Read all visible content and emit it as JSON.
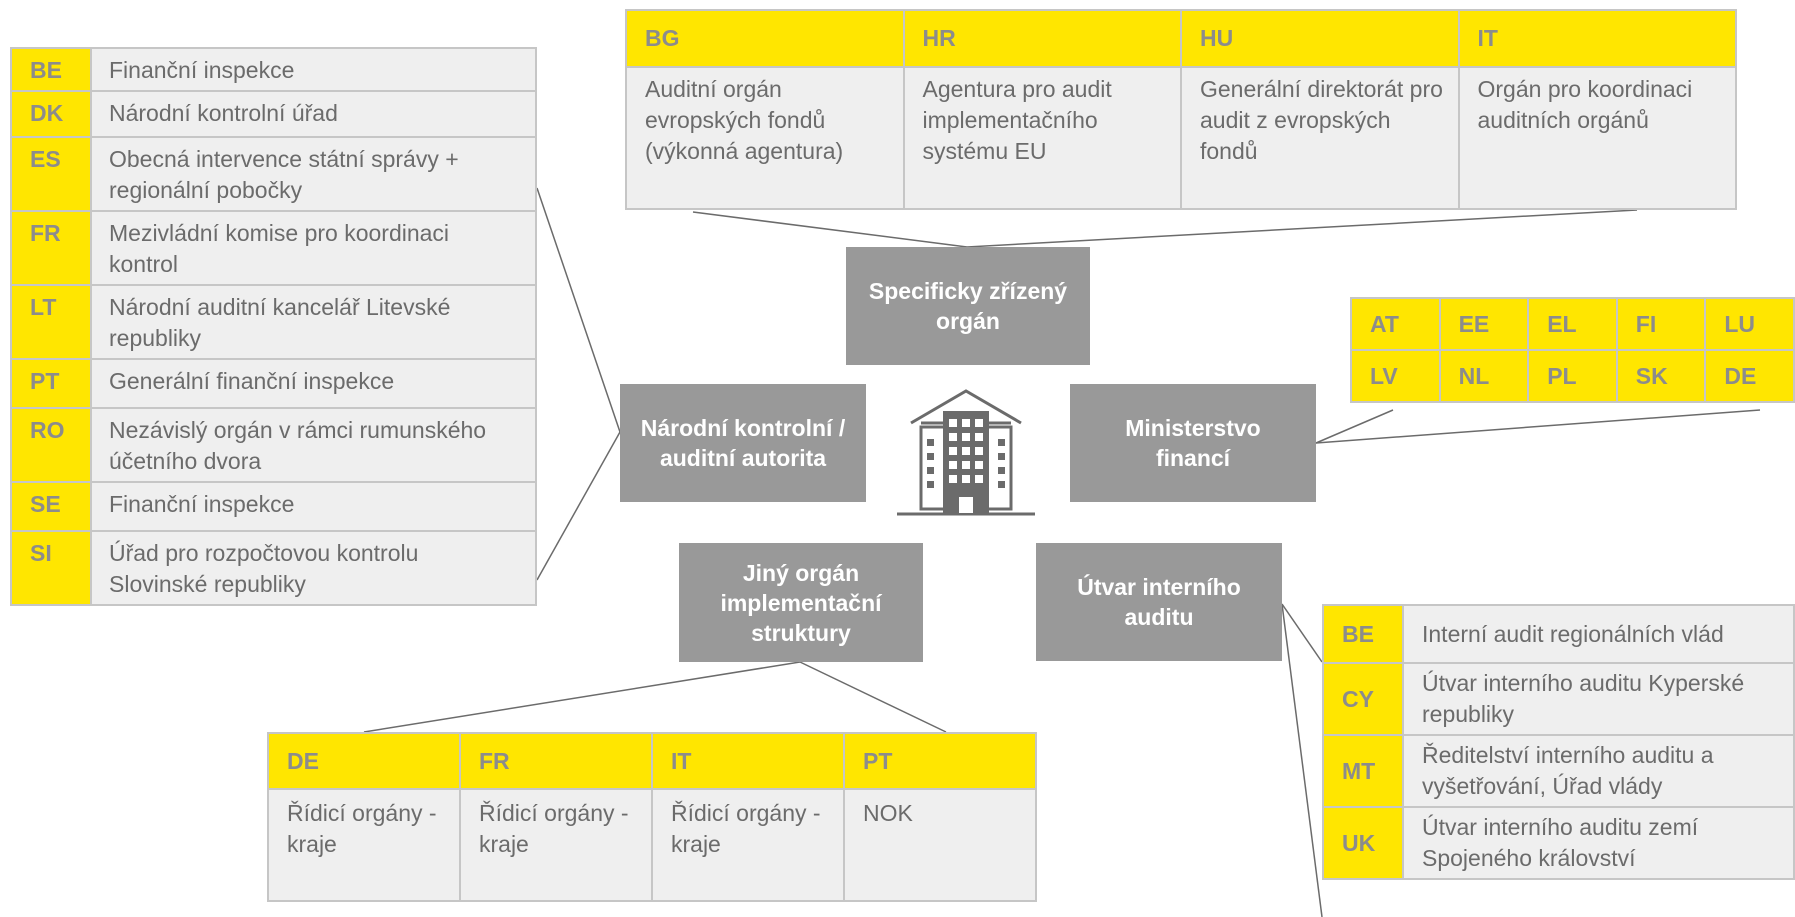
{
  "center": {
    "icon": "government-building-icon",
    "nodes": {
      "specificky": "Specificky zřízený orgán",
      "narodni": "Národní kontrolní / auditní autorita",
      "ministerstvo": "Ministerstvo financí",
      "jiny": "Jiný orgán implementační struktury",
      "utvar": "Útvar interního auditu"
    }
  },
  "narodni_table": [
    {
      "code": "BE",
      "text": "Finanční inspekce"
    },
    {
      "code": "DK",
      "text": "Národní kontrolní úřad"
    },
    {
      "code": "ES",
      "text": "Obecná intervence státní správy + regionální pobočky"
    },
    {
      "code": "FR",
      "text": "Mezivládní komise pro koordinaci kontrol"
    },
    {
      "code": "LT",
      "text": "Národní auditní kancelář Litevské republiky"
    },
    {
      "code": "PT",
      "text": "Generální finanční inspekce"
    },
    {
      "code": "RO",
      "text": "Nezávislý orgán v rámci rumunského účetního dvora"
    },
    {
      "code": "SE",
      "text": "Finanční inspekce"
    },
    {
      "code": "SI",
      "text": "Úřad pro rozpočtovou kontrolu Slovinské republiky"
    }
  ],
  "specificky_table": [
    {
      "code": "BG",
      "text": "Auditní orgán evropských fondů (výkonná agentura)"
    },
    {
      "code": "HR",
      "text": "Agentura pro audit implementačního systému EU"
    },
    {
      "code": "HU",
      "text": "Generální direktorát pro audit z evropských fondů"
    },
    {
      "code": "IT",
      "text": "Orgán pro koordinaci auditních orgánů"
    }
  ],
  "ministerstvo_codes": [
    [
      "AT",
      "EE",
      "EL",
      "FI",
      "LU"
    ],
    [
      "LV",
      "NL",
      "PL",
      "SK",
      "DE"
    ]
  ],
  "jiny_table": [
    {
      "code": "DE",
      "text": "Řídicí orgány - kraje"
    },
    {
      "code": "FR",
      "text": "Řídicí orgány - kraje"
    },
    {
      "code": "IT",
      "text": "Řídicí orgány - kraje"
    },
    {
      "code": "PT",
      "text": "NOK"
    }
  ],
  "utvar_table": [
    {
      "code": "BE",
      "text": "Interní audit regionálních vlád"
    },
    {
      "code": "CY",
      "text": "Útvar interního auditu Kyperské republiky"
    },
    {
      "code": "MT",
      "text": "Ředitelství interního auditu a vyšetřování, Úřad vlády"
    },
    {
      "code": "UK",
      "text": "Útvar interního auditu zemí Spojeného království"
    }
  ],
  "colors": {
    "accent": "#ffe600",
    "node": "#999999",
    "cell": "#efefef",
    "border": "#c6c6c6",
    "text": "#6b6b6b"
  }
}
